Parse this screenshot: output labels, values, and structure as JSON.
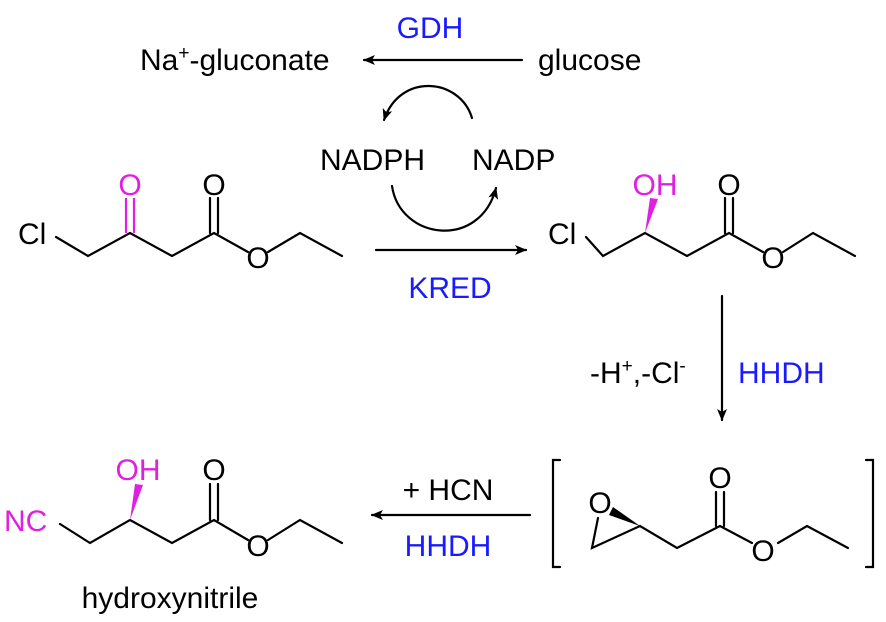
{
  "enzymes": {
    "gdh": "GDH",
    "kred": "KRED",
    "hhdh_1": "HHDH",
    "hhdh_2": "HHDH"
  },
  "cofactor_cycle": {
    "gluconate": {
      "prefix": "Na",
      "charge": "+",
      "suffix": "-gluconate"
    },
    "glucose": "glucose",
    "nadph": "NADPH",
    "nadp": "NADP"
  },
  "step_conditions": {
    "elimination": {
      "h": "-H",
      "h_charge": "+",
      "cl": ",-Cl",
      "cl_charge": "-"
    },
    "cyanide": "+ HCN"
  },
  "atoms": {
    "cl": "Cl",
    "o": "O",
    "oh": "OH",
    "nc": "NC"
  },
  "product_label": "hydroxynitrile",
  "colors": {
    "enzyme": "#1a1aff",
    "highlight": "#e020e0"
  }
}
